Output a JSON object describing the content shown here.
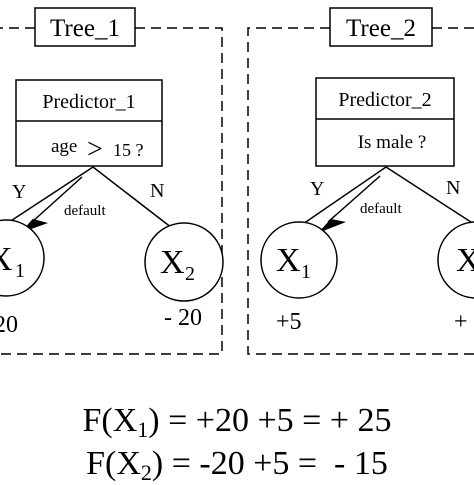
{
  "trees": [
    {
      "title": "Tree_1",
      "predictor": "Predictor_1",
      "condition_prefix": "age",
      "condition_op": ">",
      "condition_suffix": "15 ?",
      "yes_label": "Y",
      "no_label": "N",
      "default_label": "default",
      "left_leaf": {
        "var": "X",
        "sub": "1",
        "value": "20"
      },
      "right_leaf": {
        "var": "X",
        "sub": "2",
        "value": "- 20"
      }
    },
    {
      "title": "Tree_2",
      "predictor": "Predictor_2",
      "condition": "Is male ?",
      "yes_label": "Y",
      "no_label": "N",
      "default_label": "default",
      "left_leaf": {
        "var": "X",
        "sub": "1",
        "value": "+5"
      },
      "right_leaf": {
        "var": "X",
        "value": "+"
      }
    }
  ],
  "formulas": [
    {
      "lhs_pre": "F(X",
      "sub": "1",
      "rhs": ") = +20 +5 = + 25"
    },
    {
      "lhs_pre": "F(X",
      "sub": "2",
      "rhs": ") = -20 +5 =  - 15"
    }
  ]
}
